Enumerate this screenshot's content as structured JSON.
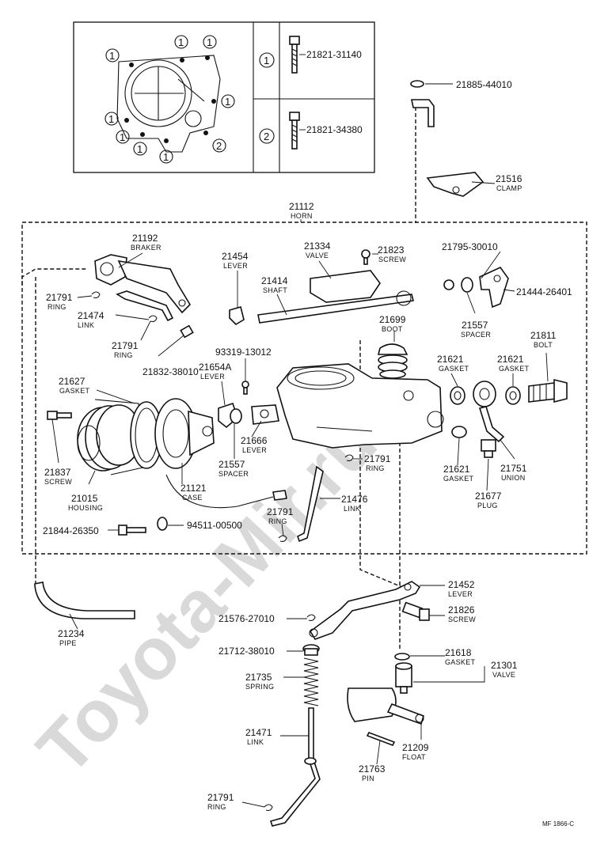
{
  "watermark": "Toyota-Mir.ru",
  "inset": {
    "rows": [
      {
        "marker": "1",
        "part_no": "21821-31140"
      },
      {
        "marker": "2",
        "part_no": "21821-34380"
      }
    ],
    "hole_markers": [
      "1",
      "1",
      "1",
      "1",
      "1",
      "1",
      "1",
      "1",
      "2"
    ]
  },
  "parts": [
    {
      "no": "21885-44010",
      "name": ""
    },
    {
      "no": "21516",
      "name": "CLAMP"
    },
    {
      "no": "21112",
      "name": "HORN"
    },
    {
      "no": "21192",
      "name": "BRAKER"
    },
    {
      "no": "21334",
      "name": "VALVE"
    },
    {
      "no": "21823",
      "name": "SCREW"
    },
    {
      "no": "21795-30010",
      "name": ""
    },
    {
      "no": "21454",
      "name": "LEVER"
    },
    {
      "no": "21414",
      "name": "SHAFT"
    },
    {
      "no": "21444-26401",
      "name": ""
    },
    {
      "no": "21791",
      "name": "RING"
    },
    {
      "no": "21474",
      "name": "LINK"
    },
    {
      "no": "21557",
      "name": "SPACER"
    },
    {
      "no": "21699",
      "name": "BOOT"
    },
    {
      "no": "21791",
      "name": "RING"
    },
    {
      "no": "21811",
      "name": "BOLT"
    },
    {
      "no": "93319-13012",
      "name": ""
    },
    {
      "no": "21621",
      "name": "GASKET"
    },
    {
      "no": "21621",
      "name": "GASKET"
    },
    {
      "no": "21832-38010",
      "name": ""
    },
    {
      "no": "21654A",
      "name": "LEVER"
    },
    {
      "no": "21627",
      "name": "GASKET"
    },
    {
      "no": "21666",
      "name": "LEVER"
    },
    {
      "no": "21557",
      "name": "SPACER"
    },
    {
      "no": "21791",
      "name": "RING"
    },
    {
      "no": "21621",
      "name": "GASKET"
    },
    {
      "no": "21751",
      "name": "UNION"
    },
    {
      "no": "21837",
      "name": "SCREW"
    },
    {
      "no": "21121",
      "name": "CASE"
    },
    {
      "no": "21015",
      "name": "HOUSING"
    },
    {
      "no": "21476",
      "name": "LINK"
    },
    {
      "no": "21677",
      "name": "PLUG"
    },
    {
      "no": "21791",
      "name": "RING"
    },
    {
      "no": "21844-26350",
      "name": ""
    },
    {
      "no": "94511-00500",
      "name": ""
    },
    {
      "no": "21452",
      "name": "LEVER"
    },
    {
      "no": "21576-27010",
      "name": ""
    },
    {
      "no": "21826",
      "name": "SCREW"
    },
    {
      "no": "21234",
      "name": "PIPE"
    },
    {
      "no": "21712-38010",
      "name": ""
    },
    {
      "no": "21618",
      "name": "GASKET"
    },
    {
      "no": "21301",
      "name": "VALVE"
    },
    {
      "no": "21735",
      "name": "SPRING"
    },
    {
      "no": "21471",
      "name": "LINK"
    },
    {
      "no": "21209",
      "name": "FLOAT"
    },
    {
      "no": "21763",
      "name": "PIN"
    },
    {
      "no": "21791",
      "name": "RING"
    }
  ],
  "footer_code": "MF  1866-C"
}
